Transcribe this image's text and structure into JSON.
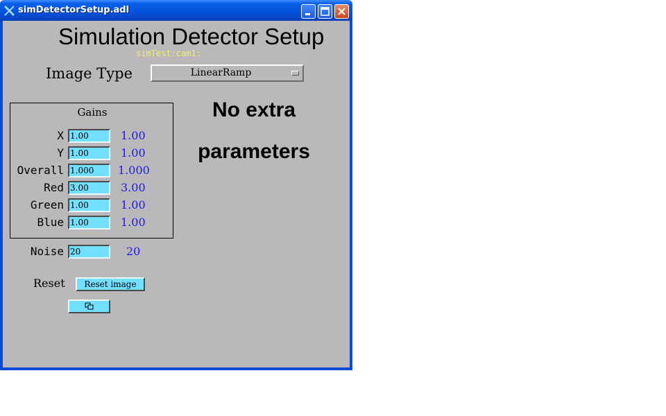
{
  "window": {
    "title": "simDetectorSetup.adl"
  },
  "header": {
    "title": "Simulation Detector Setup",
    "pv_prefix": "simTest:cam1:"
  },
  "image_type": {
    "label": "Image Type",
    "selected": "LinearRamp"
  },
  "gains": {
    "title": "Gains",
    "rows": [
      {
        "label": "X",
        "value": "1.00",
        "readback": "1.00"
      },
      {
        "label": "Y",
        "value": "1.00",
        "readback": "1.00"
      },
      {
        "label": "Overall",
        "value": "1.000",
        "readback": "1.000"
      },
      {
        "label": "Red",
        "value": "3.00",
        "readback": "3.00"
      },
      {
        "label": "Green",
        "value": "1.00",
        "readback": "1.00"
      },
      {
        "label": "Blue",
        "value": "1.00",
        "readback": "1.00"
      }
    ]
  },
  "noise": {
    "label": "Noise",
    "value": "20",
    "readback": "20"
  },
  "note": {
    "line1": "No extra",
    "line2": "parameters"
  },
  "reset": {
    "label": "Reset",
    "button_label": "Reset image"
  },
  "related_display": {
    "icon": "related-display-icon"
  },
  "colors": {
    "panel_bg": "#bbb8bb",
    "entry_bg": "#73dfff",
    "readback_fg": "#1a1aee",
    "prefix_fg": "#f0f070",
    "titlebar": "#0553dc"
  }
}
